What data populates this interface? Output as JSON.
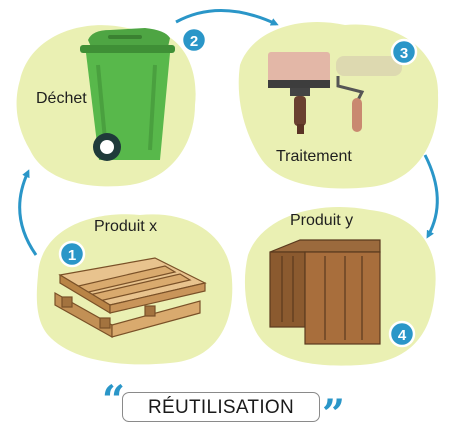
{
  "steps": [
    {
      "number": "1",
      "label": "Produit x"
    },
    {
      "number": "2",
      "label": "Déchet"
    },
    {
      "number": "3",
      "label": "Traitement"
    },
    {
      "number": "4",
      "label": "Produit y"
    }
  ],
  "banner": {
    "open_quote": "“",
    "text": "RÉUTILISATION",
    "close_quote": "”"
  },
  "colors": {
    "blob": "#eaf0b3",
    "accent_blue": "#2a96c8",
    "bin_green": "#58b84b",
    "wood": "#d9aa6e",
    "crate": "#8b5a2f"
  }
}
